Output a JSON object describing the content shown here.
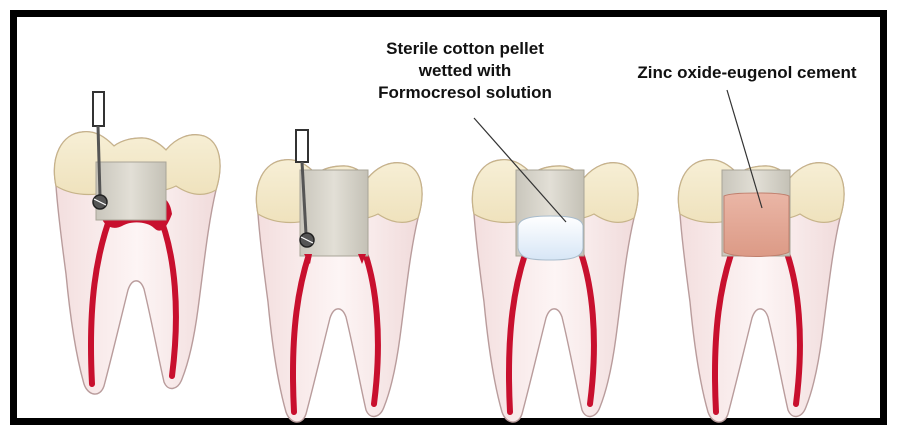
{
  "annotations": {
    "cotton_pellet": [
      "Sterile cotton pellet",
      "wetted with",
      "Formocresol solution"
    ],
    "cement": "Zinc oxide-eugenol cement"
  },
  "colors": {
    "enamel": "#f5ecd0",
    "dentin": "#faeeee",
    "pulp": "#c8102e",
    "cavity": "#d9d6cc",
    "cotton_pellet": "#e9f2fb",
    "zoe_cement": "#e4a695",
    "instrument": "#6e6e6e",
    "frame": "#000000"
  },
  "panels": [
    {
      "name": "drilling-access-cavity"
    },
    {
      "name": "pulp-amputation"
    },
    {
      "name": "formocresol-pellet-placement"
    },
    {
      "name": "zoe-cement-fill"
    }
  ]
}
